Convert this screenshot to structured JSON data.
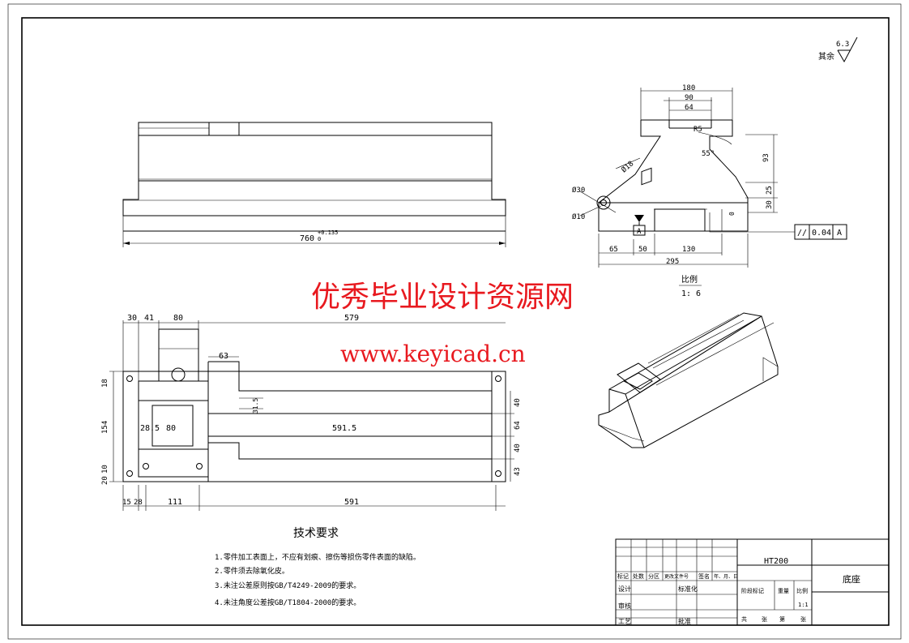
{
  "surface": {
    "symbol_label": "其余",
    "roughness": "6.3"
  },
  "front_view": {
    "length": "760",
    "tolerance": "+0.135",
    "tolerance_low": "0"
  },
  "side_view": {
    "dims": [
      "180",
      "90",
      "64",
      "R5",
      "55°",
      "93",
      "25",
      "30",
      "Ø30",
      "Ø10",
      "Ø18",
      "0",
      "65",
      "50",
      "130",
      "295"
    ],
    "datum": "A",
    "tol_symbol": "//",
    "tol_value": "0.04",
    "tol_datum": "A",
    "scale_label": "比例",
    "scale_value": "1: 6"
  },
  "top_view": {
    "dims_top": [
      "30",
      "41",
      "80",
      "579",
      "63"
    ],
    "dims_left": [
      "18",
      "154",
      "20",
      "10"
    ],
    "dims_mid": [
      "28.5",
      "80",
      "591.5",
      "31.5"
    ],
    "dims_right": [
      "40",
      "64",
      "40",
      "43"
    ],
    "dims_bottom": [
      "15",
      "28",
      "111",
      "591"
    ]
  },
  "watermark": {
    "line1": "优秀毕业设计资源网",
    "line2": "www.keyicad.cn"
  },
  "notes": {
    "title": "技术要求",
    "items": [
      "1.零件加工表面上，不应有划痕、擦伤等损伤零件表面的缺陷。",
      "2.零件须去除氧化皮。",
      "3.未注公差原则按GB/T4249-2009的要求。",
      "4.未注角度公差按GB/T1804-2000的要求。"
    ]
  },
  "title_block": {
    "material": "HT200",
    "part_name": "底座",
    "row_labels": [
      "标记",
      "处数",
      "分区",
      "更改文件号",
      "签名",
      "年、月、日"
    ],
    "designer": "设计",
    "standardize": "标准化",
    "reviewer": "审核",
    "process": "工艺",
    "approve": "批准",
    "stage": "阶段标记",
    "weight": "重量",
    "scale": "比例",
    "scale_value": "1:1",
    "sheets": [
      "共",
      "张",
      "第",
      "张"
    ]
  }
}
